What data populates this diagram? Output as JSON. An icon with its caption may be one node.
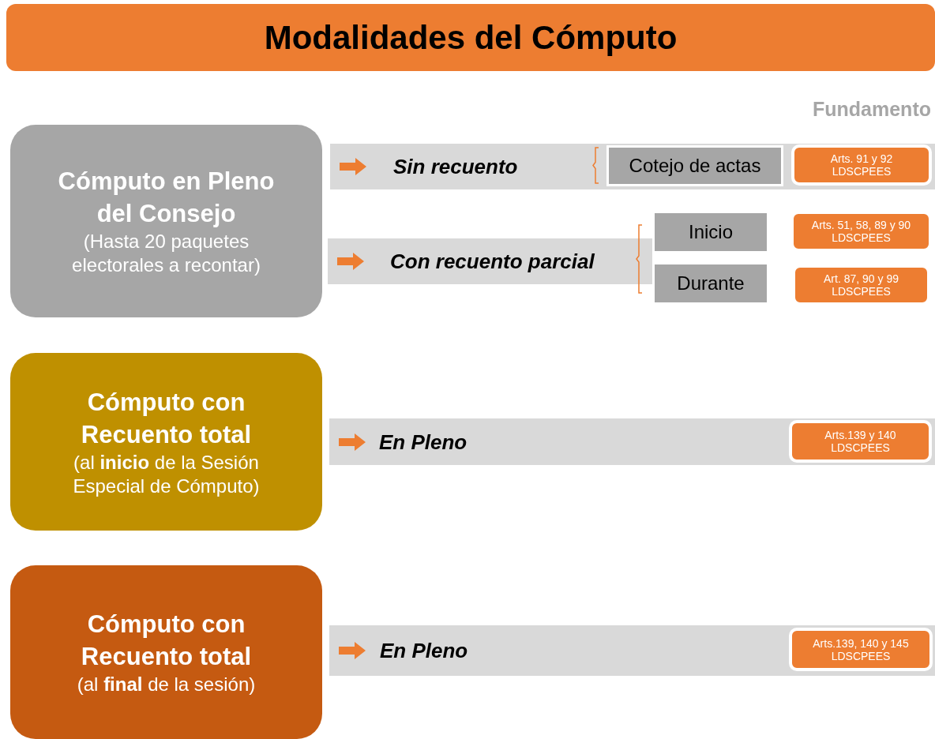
{
  "diagram": {
    "title": "Modalidades del Cómputo",
    "nodes": [
      {
        "text": [
          "Cómputo en Pleno del Consejo",
          "(Hasta 20 paquetes electorales a recontar)"
        ]
      },
      {
        "text": [
          "Sin recuento"
        ]
      },
      {
        "text": [
          "Cotejo de actas"
        ],
        "in": 1
      },
      {
        "text": [
          "Arts. 91 y 92 LDSCPEES"
        ],
        "in": 1
      },
      {
        "text": [
          "Con recuento parcial"
        ]
      },
      {
        "text": [
          "Inicio"
        ]
      },
      {
        "text": [
          "Arts. 51, 58, 89 y 90 LDSCPEES"
        ]
      },
      {
        "text": [
          "Durante"
        ]
      },
      {
        "text": [
          "Art. 87, 90 y 99 LDSCPEES"
        ]
      },
      {
        "text": [
          "Cómputo con Recuento total",
          "(al **inicio** de la Sesión Especial de Cómputo)"
        ]
      },
      {
        "text": [
          "En Pleno"
        ]
      },
      {
        "text": [
          "Arts.139 y 140 LDSCPEES"
        ],
        "in": 10
      },
      {
        "text": [
          "Cómputo con Recuento total",
          "(al **final** de la sesión)"
        ]
      },
      {
        "text": [
          "En Pleno"
        ]
      },
      {
        "text": [
          "Arts.139, 140 y 145 LDSCPEES"
        ],
        "in": 13
      }
    ],
    "labels": [
      "Fundamento"
    ]
  }
}
